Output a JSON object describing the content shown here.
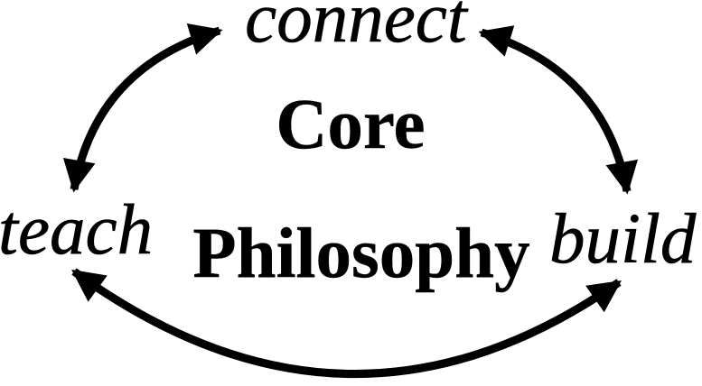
{
  "diagram": {
    "title": "Core Philosophy cycle diagram",
    "center": {
      "line1": "Core",
      "line2": "Philosophy"
    },
    "nodes": {
      "top": "connect",
      "left": "teach",
      "right": "build"
    },
    "arrows": [
      "teach-connect",
      "connect-build",
      "build-teach"
    ],
    "colors": {
      "ink": "#000000",
      "background": "#ffffff"
    }
  }
}
